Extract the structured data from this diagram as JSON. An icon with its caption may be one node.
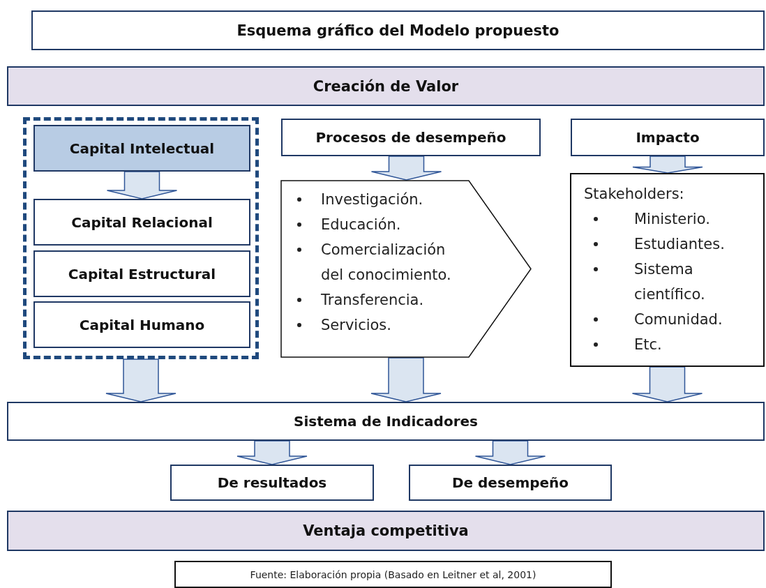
{
  "diagram": {
    "nodes": [
      {
        "text": [
          "Esquema gráfico del Modelo propuesto"
        ]
      },
      {
        "text": [
          "Creación de Valor"
        ]
      },
      {
        "text": [],
        "shape": "box"
      },
      {
        "text": [
          "Capital Intelectual"
        ],
        "in": 2
      },
      {
        "text": [
          "Capital Relacional"
        ],
        "in": 2
      },
      {
        "text": [
          "Capital Estructural"
        ],
        "in": 2
      },
      {
        "text": [
          "Capital Humano"
        ],
        "in": 2
      },
      {
        "text": [
          "Procesos de desempeño"
        ]
      },
      {
        "text": [
          "Investigación.",
          "Educación.",
          "Comercialización del conocimiento.",
          "Transferencia.",
          "Servicios."
        ]
      },
      {
        "text": [
          "Impacto"
        ]
      },
      {
        "text": [
          "Stakeholders:",
          "Ministerio.",
          "Estudiantes.",
          "Sistema científico.",
          "Comunidad.",
          "Etc."
        ]
      },
      {
        "text": [
          "Sistema de Indicadores"
        ]
      },
      {
        "text": [
          "De resultados"
        ]
      },
      {
        "text": [
          "De desempeño"
        ]
      },
      {
        "text": [
          "Ventaja competitiva"
        ]
      },
      {
        "text": [
          "Fuente: Elaboración propia (Basado en Leitner et al, 2001)"
        ]
      }
    ],
    "edges": [
      {
        "from": 3,
        "to": 4,
        "arrow": "to"
      },
      {
        "from": 2,
        "to": 11,
        "arrow": "to"
      },
      {
        "from": 7,
        "to": 8,
        "arrow": "to"
      },
      {
        "from": 8,
        "to": 11,
        "arrow": "to"
      },
      {
        "from": 9,
        "to": 10,
        "arrow": "to"
      },
      {
        "from": 10,
        "to": 11,
        "arrow": "to"
      },
      {
        "from": 11,
        "to": 12,
        "arrow": "to"
      },
      {
        "from": 11,
        "to": 13,
        "arrow": "to"
      }
    ]
  }
}
